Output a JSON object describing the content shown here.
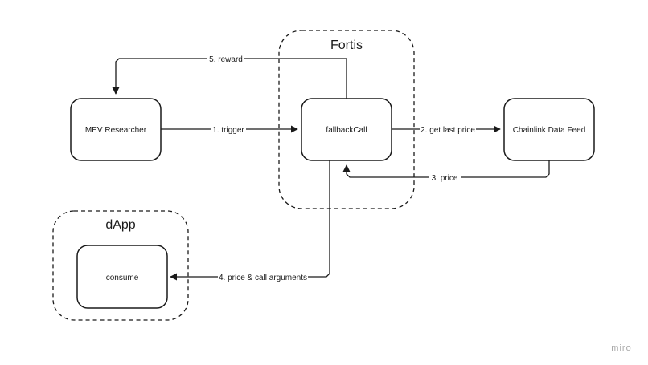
{
  "groups": {
    "fortis": {
      "title": "Fortis"
    },
    "dapp": {
      "title": "dApp"
    }
  },
  "nodes": {
    "mev_researcher": {
      "label": "MEV Researcher"
    },
    "fallback_call": {
      "label": "fallbackCall"
    },
    "chainlink": {
      "label": "Chainlink Data Feed"
    },
    "consume": {
      "label": "consume"
    }
  },
  "edges": {
    "reward": {
      "label": "5. reward"
    },
    "trigger": {
      "label": "1. trigger"
    },
    "get_last_price": {
      "label": "2. get last price"
    },
    "price": {
      "label": "3. price"
    },
    "price_call_args": {
      "label": "4. price & call arguments"
    }
  },
  "watermark": {
    "text": "miro"
  },
  "colors": {
    "stroke": "#1a1a1a",
    "label_bg": "#ffffff",
    "watermark": "#a8a8a8"
  }
}
